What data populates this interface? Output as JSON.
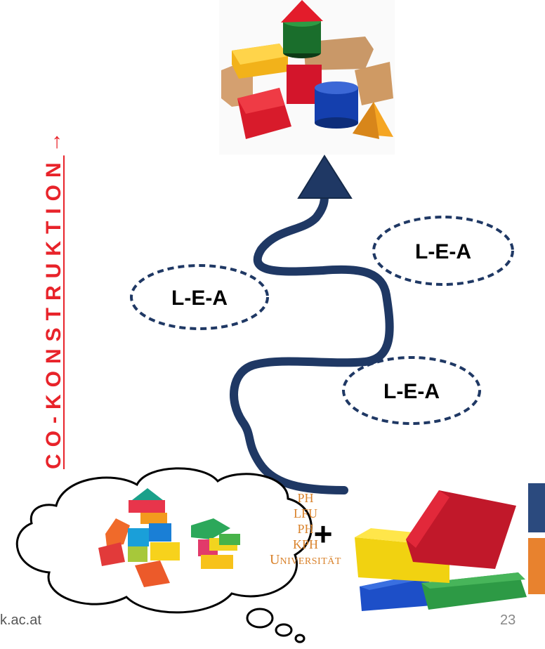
{
  "vertical_label": {
    "text": "CO-KONSTRUKTION",
    "arrow": "→",
    "color": "#e8232a"
  },
  "bubbles": [
    {
      "label": "L-E-A"
    },
    {
      "label": "L-E-A"
    },
    {
      "label": "L-E-A"
    }
  ],
  "institutions": [
    {
      "label": "PH"
    },
    {
      "label": "LFU"
    },
    {
      "label": "PH"
    },
    {
      "label": "KPH"
    },
    {
      "label_first": "U",
      "label_rest": "NIVERSITÄT"
    }
  ],
  "plus_sign": "+",
  "footer": {
    "left_text": "k.ac.at",
    "page_number": "23"
  },
  "colors": {
    "path": "#1f3864",
    "bubble_border": "#1f3864",
    "institution_text": "#d9822b",
    "accent_blue": "#2b4a7e",
    "accent_orange": "#e8822e"
  }
}
